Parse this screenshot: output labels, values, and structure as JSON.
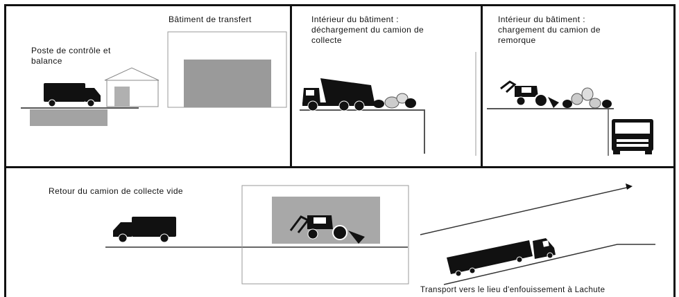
{
  "panels": {
    "scale": {
      "title_building": "Bâtiment de transfert",
      "title_scale": "Poste de contrôle et\nbalance"
    },
    "unloading": {
      "title": "Intérieur du bâtiment :\ndéchargement du camion de\ncollecte"
    },
    "loading": {
      "title": "Intérieur du bâtiment :\nchargement du camion de\nremorque"
    },
    "bottom": {
      "title_return": "Retour du camion de collecte vide",
      "title_transport": "Transport vers le lieu d'enfouissement à Lachute"
    }
  },
  "icons": [
    "truck-icon",
    "house-icon",
    "dump-truck-icon",
    "garbage-bags-icon",
    "backhoe-icon",
    "truck-front-icon",
    "trailer-truck-icon",
    "arrow-icon"
  ]
}
